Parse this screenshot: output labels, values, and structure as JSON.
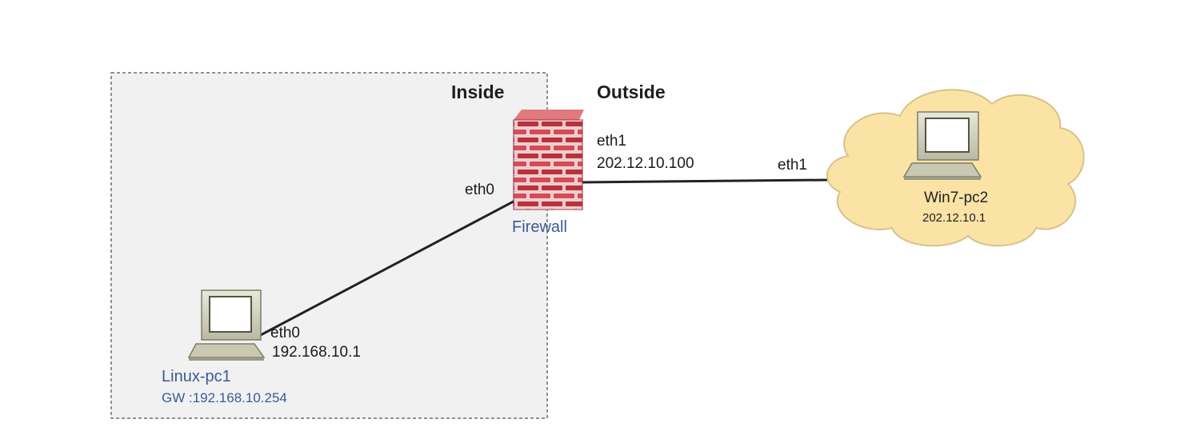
{
  "zones": {
    "inside_label": "Inside",
    "outside_label": "Outside"
  },
  "firewall": {
    "label": "Firewall",
    "icon": "brick-firewall-icon",
    "color": "#c0303a",
    "eth0_label": "eth0",
    "eth1_label": "eth1",
    "eth1_ip": "202.12.10.100"
  },
  "linux_pc": {
    "label": "Linux-pc1",
    "gateway": "GW :192.168.10.254",
    "iface_label": "eth0",
    "ip": "192.168.10.1",
    "icon": "computer-icon"
  },
  "win_pc": {
    "label": "Win7-pc2",
    "ip": "202.12.10.1",
    "iface_label": "eth1",
    "icon": "computer-icon",
    "cloud_color": "#fbe3a6"
  }
}
